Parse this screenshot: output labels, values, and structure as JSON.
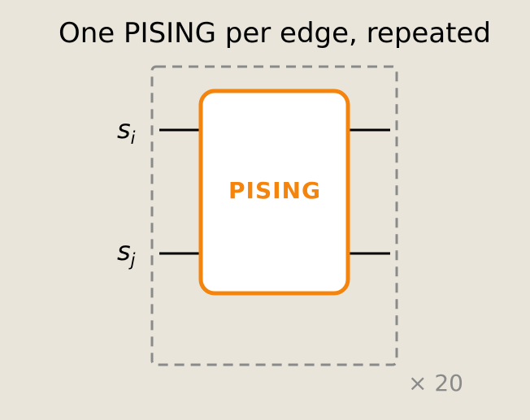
{
  "title": "One PISING per edge, repeated",
  "wires": [
    {
      "label": "s",
      "sub": "i"
    },
    {
      "label": "s",
      "sub": "j"
    }
  ],
  "gate": {
    "label": "PISING"
  },
  "repeat": {
    "label": "× 20"
  },
  "colors": {
    "background": "#e9e5da",
    "gate_stroke": "#f5840c",
    "gate_fill": "#ffffff",
    "gate_text": "#f5840c",
    "wire": "#000000",
    "dashed_box": "#8a8a8a",
    "repeat_text": "#8a8a8a"
  }
}
